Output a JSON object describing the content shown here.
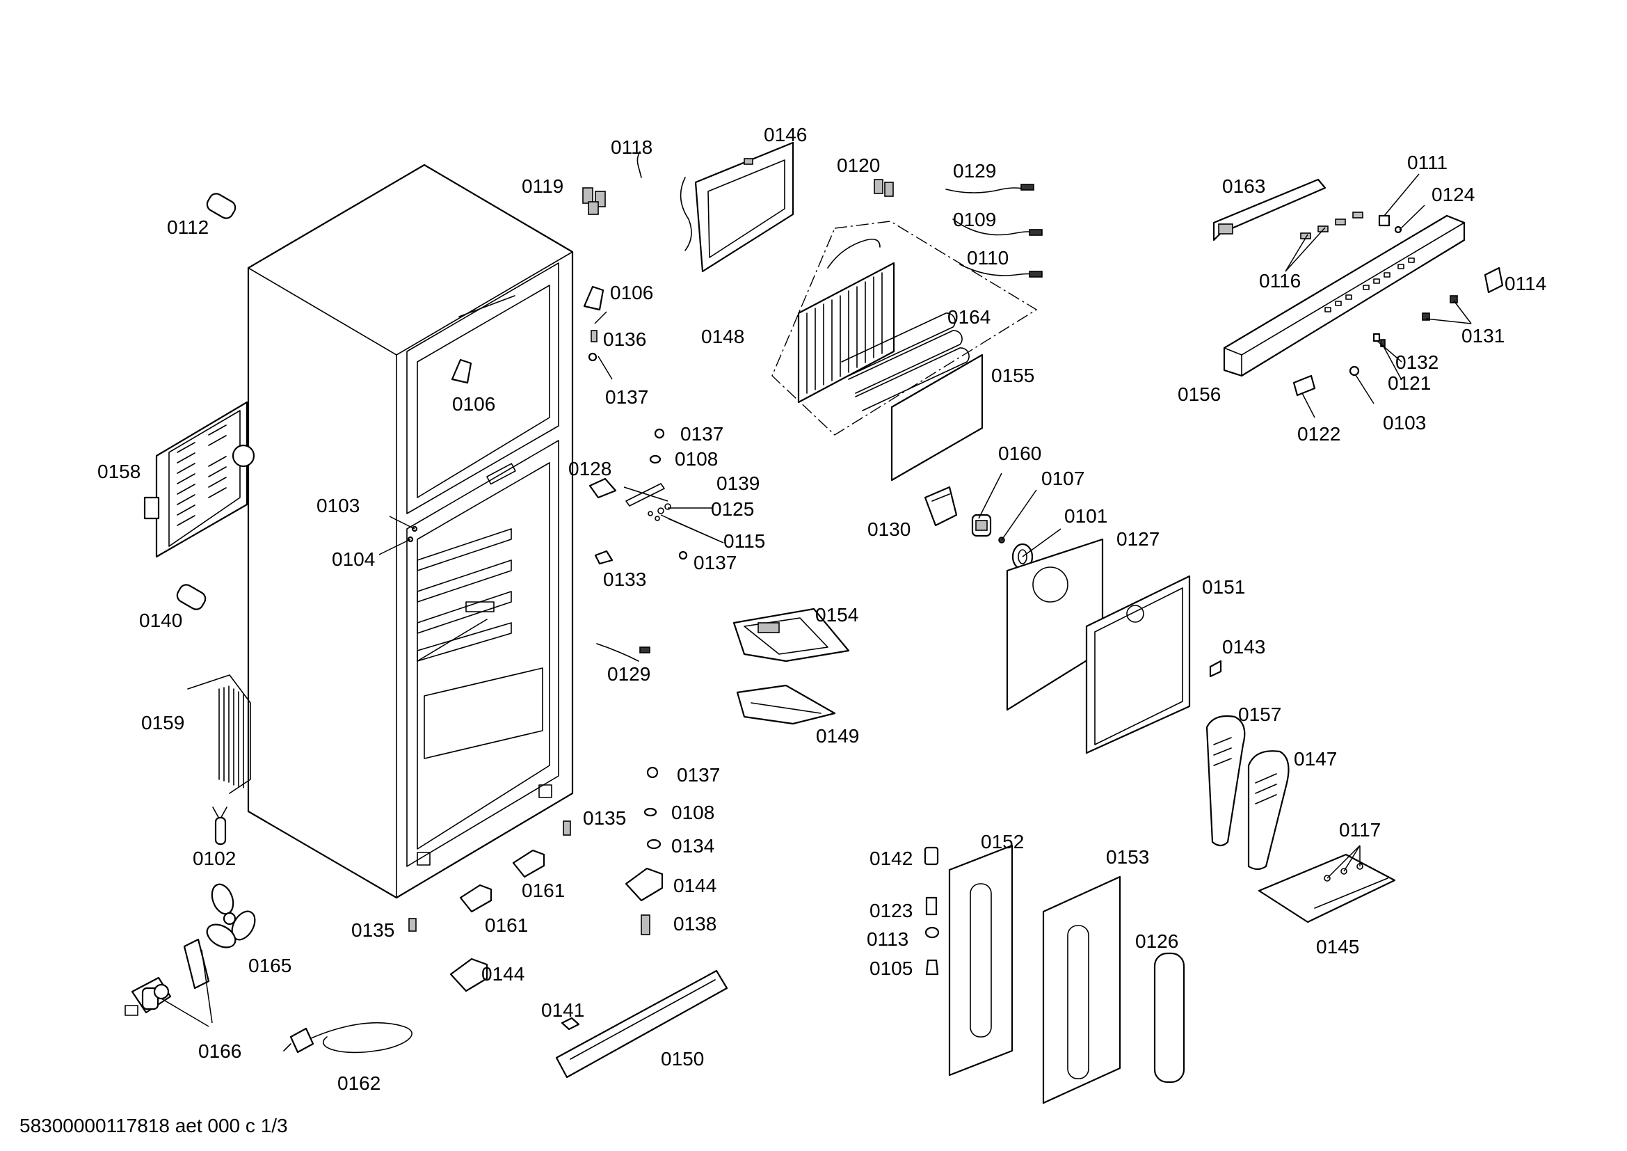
{
  "document_id": "58300000117818 aet 000 c 1/3",
  "part_labels": [
    "0112",
    "0118",
    "0119",
    "0146",
    "0120",
    "0129",
    "0109",
    "0110",
    "0163",
    "0111",
    "0124",
    "0106",
    "0136",
    "0148",
    "0164",
    "0116",
    "0114",
    "0131",
    "0137",
    "0106",
    "0155",
    "0132",
    "0156",
    "0121",
    "0122",
    "0103",
    "0137",
    "0108",
    "0128",
    "0139",
    "0158",
    "0103",
    "0125",
    "0160",
    "0107",
    "0104",
    "0115",
    "0137",
    "0101",
    "0130",
    "0127",
    "0133",
    "0151",
    "0140",
    "0154",
    "0143",
    "0129",
    "0157",
    "0159",
    "0149",
    "0147",
    "0137",
    "0108",
    "0135",
    "0117",
    "0102",
    "0134",
    "0144",
    "0161",
    "0142",
    "0152",
    "0153",
    "0138",
    "0161",
    "0135",
    "0145",
    "0123",
    "0113",
    "0126",
    "0105",
    "0165",
    "0144",
    "0141",
    "0166",
    "0150",
    "0162"
  ]
}
